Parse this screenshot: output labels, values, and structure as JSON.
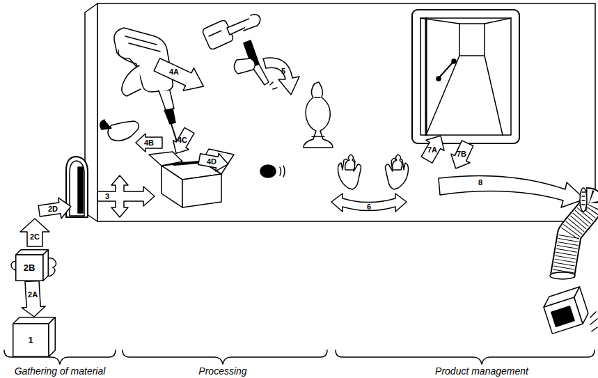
{
  "diagram": {
    "nodes": [
      {
        "text": [
          "1"
        ]
      },
      {
        "text": [
          "2B"
        ]
      }
    ],
    "edges": [
      {
        "from": 1,
        "to": 0,
        "arrow": "to",
        "label": "2A"
      }
    ],
    "labels": [
      "2C",
      "2D",
      "3",
      "4A",
      "4B",
      "4C",
      "4D",
      "5",
      "6",
      "7A",
      "7B",
      "8",
      "Gathering of material",
      "Processing",
      "Product management"
    ]
  }
}
